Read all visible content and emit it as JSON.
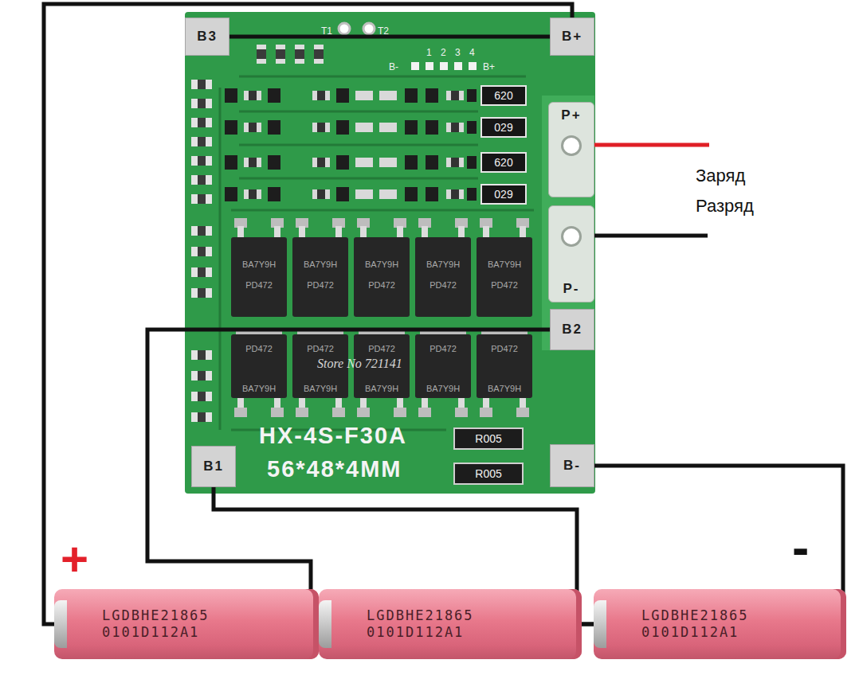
{
  "diagram": {
    "nodes": [
      {
        "text": [
          "HX-4S-F30A",
          "56*48*4MM"
        ]
      },
      {
        "text": [
          "B3"
        ],
        "in": 0
      },
      {
        "text": [
          "B+"
        ],
        "in": 0
      },
      {
        "text": [
          "P+"
        ],
        "in": 0
      },
      {
        "text": [
          "P-"
        ],
        "in": 0
      },
      {
        "text": [
          "B2"
        ],
        "in": 0
      },
      {
        "text": [
          "B1"
        ],
        "in": 0
      },
      {
        "text": [
          "B-"
        ],
        "in": 0
      },
      {
        "text": [
          "LGDBHE21865",
          "0101D112A1"
        ]
      },
      {
        "text": [
          "LGDBHE21865",
          "0101D112A1"
        ]
      },
      {
        "text": [
          "LGDBHE21865",
          "0101D112A1"
        ]
      }
    ],
    "edges": [
      {
        "from": 8,
        "to": 2,
        "arrow": "none"
      },
      {
        "from": 1,
        "to": 2,
        "arrow": "none"
      },
      {
        "from": 5,
        "to": 9,
        "arrow": "none"
      },
      {
        "from": 8,
        "to": 9,
        "arrow": "none"
      },
      {
        "from": 6,
        "to": 10,
        "arrow": "none"
      },
      {
        "from": 9,
        "to": 10,
        "arrow": "none"
      },
      {
        "from": 7,
        "to": 10,
        "arrow": "none"
      }
    ],
    "labels": [
      "T1",
      "T2",
      "B-",
      "1",
      "2",
      "3",
      "4",
      "B+",
      "620",
      "029",
      "620",
      "029",
      "BA7Y9H",
      "PD472",
      "BA7Y9H",
      "PD472",
      "BA7Y9H",
      "PD472",
      "BA7Y9H",
      "PD472",
      "BA7Y9H",
      "PD472",
      "PD472",
      "BA7Y9H",
      "PD472",
      "BA7Y9H",
      "PD472",
      "BA7Y9H",
      "PD472",
      "BA7Y9H",
      "PD472",
      "BA7Y9H",
      "Store No 721141",
      "R005",
      "R005",
      "Заряд",
      "Разряд",
      "+",
      "-"
    ]
  }
}
